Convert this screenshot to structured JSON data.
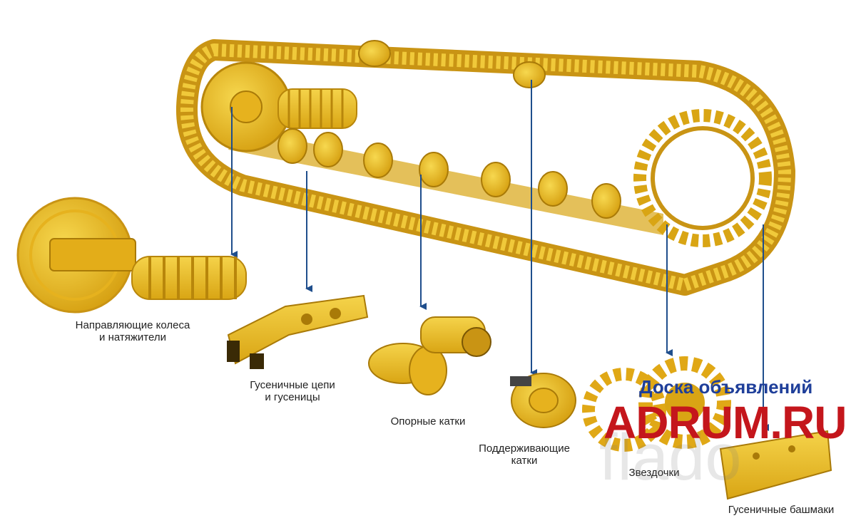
{
  "labels": {
    "idlers": [
      "Направляющие колеса",
      "и натяжители"
    ],
    "chains": [
      "Гусеничные цепи",
      "и гусеницы"
    ],
    "track_rollers": "Опорные катки",
    "carrier_rollers": [
      "Поддерживающие",
      "катки"
    ],
    "sprockets": "Звездочки",
    "shoes": "Гусеничные башмаки"
  },
  "watermark": {
    "site_text": "Доска объявлений",
    "logo_text": "ADRUM.RU",
    "ghost_text": "flado"
  },
  "colors": {
    "track_yellow": "#e8b923",
    "track_dark": "#b8860b",
    "arrow_blue": "#1f4e8c",
    "watermark_blue": "#1f3f9a",
    "watermark_red": "#c4161c"
  }
}
